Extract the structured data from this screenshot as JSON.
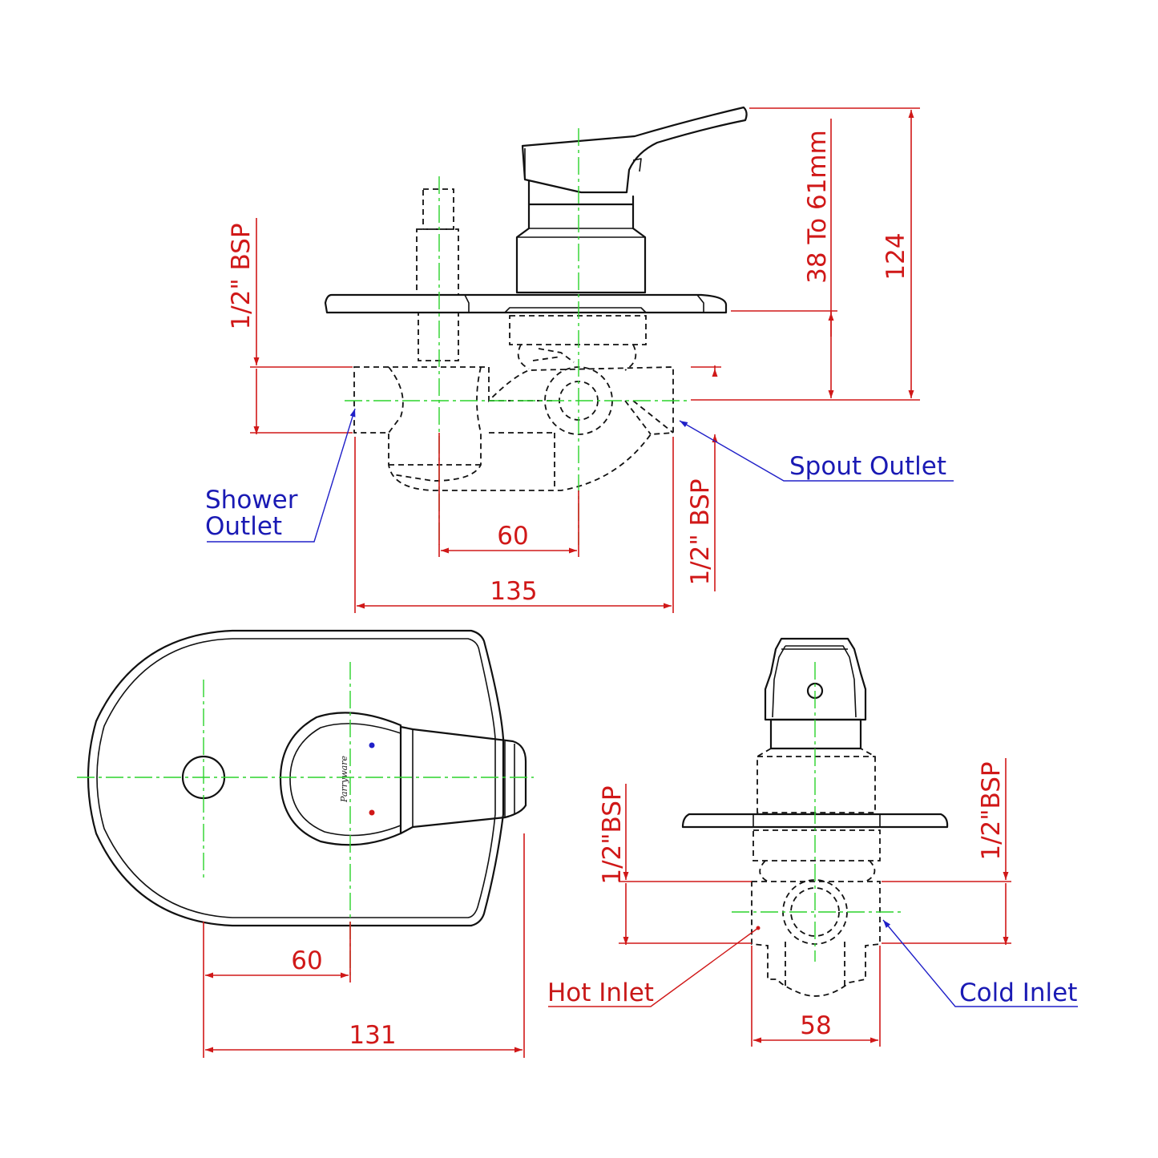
{
  "side_view": {
    "dim_overall_width": "135",
    "dim_center_offset": "60",
    "dim_height": "124",
    "dim_wall_depth": "38 To 61mm",
    "dim_left_thread": "1/2\" BSP",
    "dim_right_thread": "1/2\" BSP",
    "label_spout": "Spout Outlet",
    "label_shower_line1": "Shower",
    "label_shower_line2": "Outlet"
  },
  "front_view": {
    "dim_overall_width": "131",
    "dim_center_offset": "60",
    "brand_mark": "Parryware"
  },
  "end_view": {
    "dim_width": "58",
    "dim_left_thread": "1/2\"BSP",
    "dim_right_thread": "1/2\"BSP",
    "label_hot": "Hot Inlet",
    "label_cold": "Cold Inlet"
  },
  "colors": {
    "outline": "#111111",
    "dimension": "#d01818",
    "centerline": "#2bd32b",
    "callout_blue": "#1a1ab4",
    "hot_dot": "#d01818",
    "cold_dot": "#2020c8"
  }
}
